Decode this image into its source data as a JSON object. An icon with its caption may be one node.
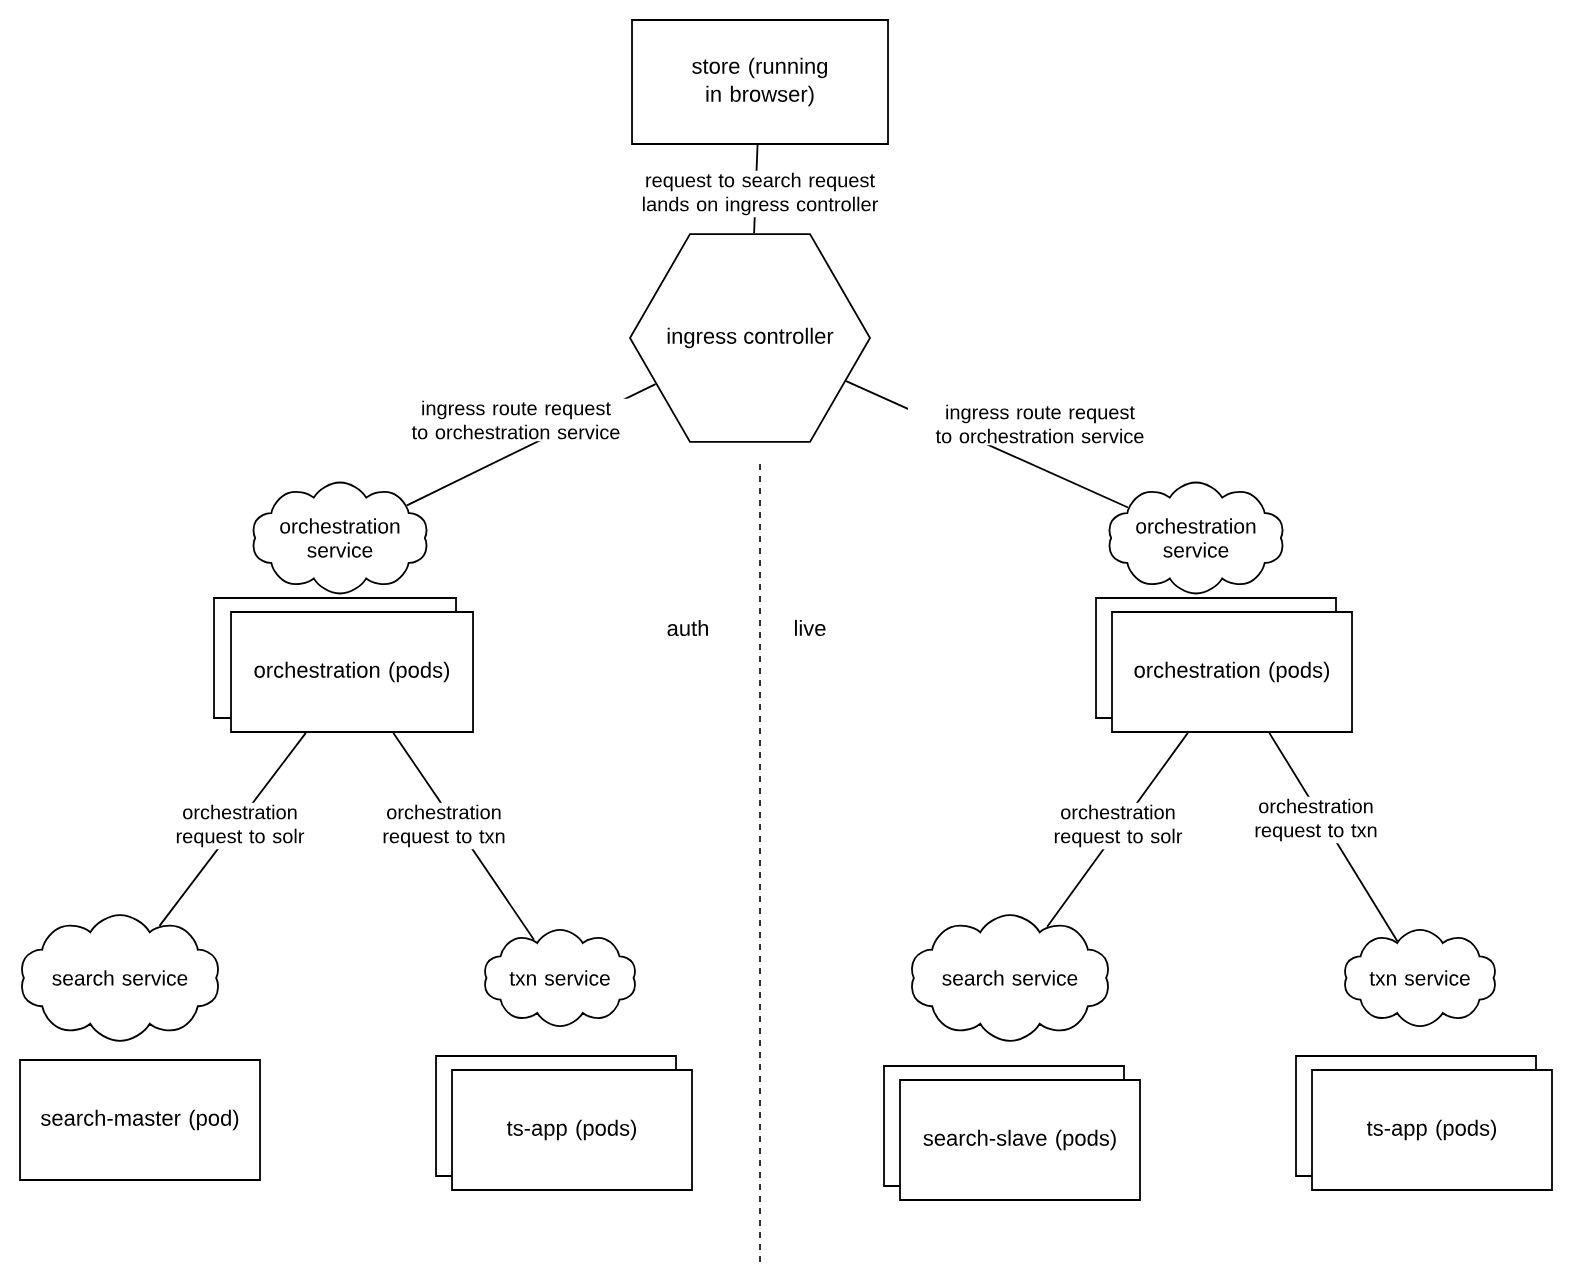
{
  "diagram": {
    "nodes": [
      {
        "text": [
          "store (running in browser)"
        ]
      },
      {
        "text": [
          "ingress controller"
        ]
      },
      {
        "text": [
          "orchestration service"
        ]
      },
      {
        "text": [
          "orchestration (pods)"
        ]
      },
      {
        "text": [
          "orchestration service"
        ]
      },
      {
        "text": [
          "orchestration (pods)"
        ]
      },
      {
        "text": [
          "search service"
        ]
      },
      {
        "text": [
          "txn service"
        ]
      },
      {
        "text": [
          "search-master (pod)"
        ]
      },
      {
        "text": [
          "ts-app (pods)"
        ]
      },
      {
        "text": [
          "search service"
        ]
      },
      {
        "text": [
          "txn service"
        ]
      },
      {
        "text": [
          "search-slave (pods)"
        ]
      },
      {
        "text": [
          "ts-app (pods)"
        ]
      }
    ],
    "edges": [
      {
        "from": 0,
        "to": 1,
        "arrow": "none",
        "label": "request to search request lands on ingress controller"
      },
      {
        "from": 1,
        "to": 2,
        "arrow": "none",
        "label": "ingress route request to orchestration service"
      },
      {
        "from": 1,
        "to": 4,
        "arrow": "none",
        "label": "ingress route request to orchestration service"
      },
      {
        "from": 3,
        "to": 6,
        "arrow": "none",
        "label": "orchestration request to solr"
      },
      {
        "from": 3,
        "to": 7,
        "arrow": "none",
        "label": "orchestration request to txn"
      },
      {
        "from": 5,
        "to": 10,
        "arrow": "none",
        "label": "orchestration request to solr"
      },
      {
        "from": 5,
        "to": 11,
        "arrow": "none",
        "label": "orchestration request to txn"
      }
    ],
    "labels": [
      "auth",
      "live"
    ]
  }
}
